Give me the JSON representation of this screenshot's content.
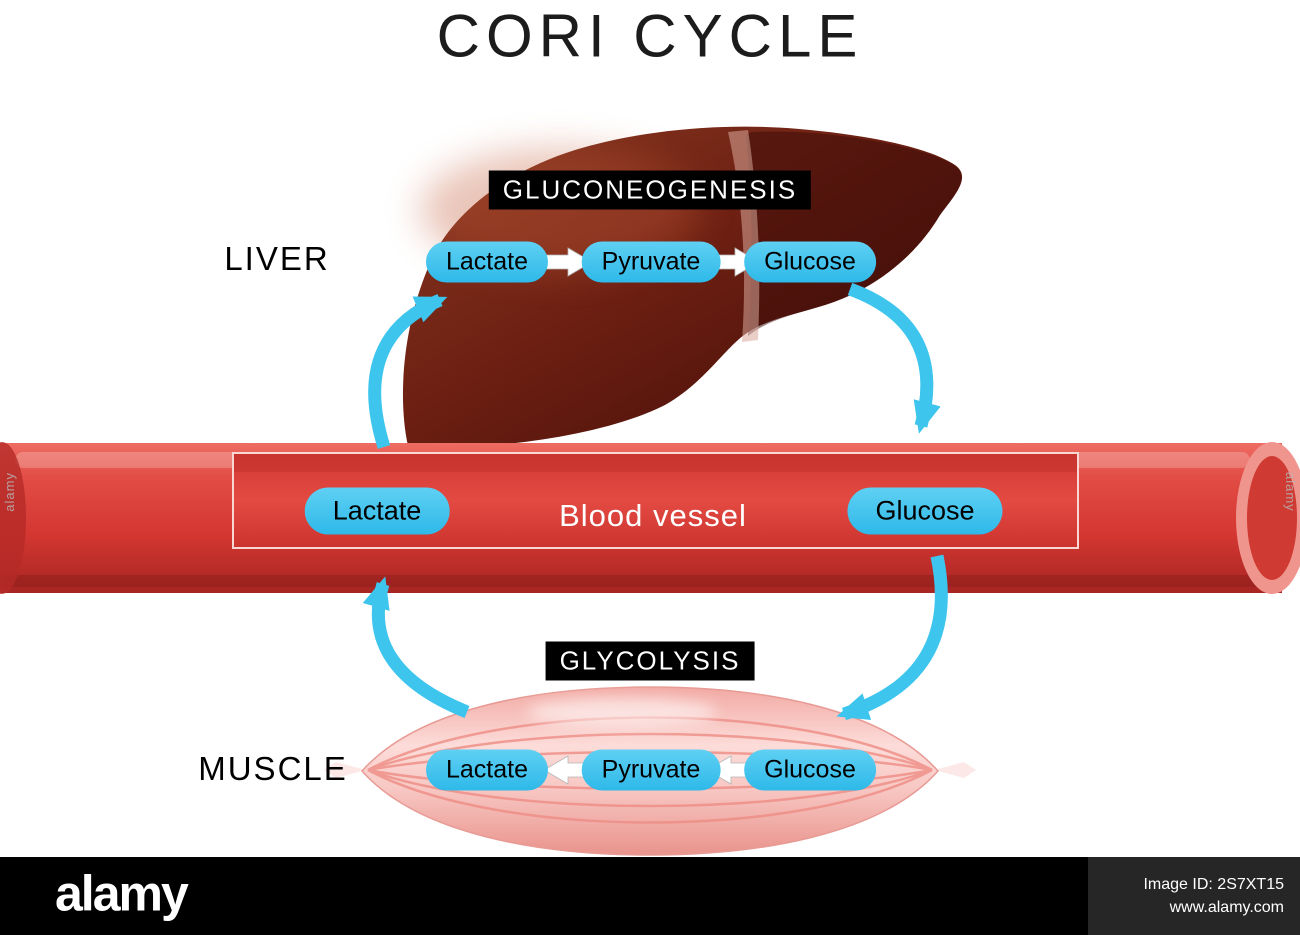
{
  "title": "CORI CYCLE",
  "organs": {
    "liver": "LIVER",
    "muscle": "MUSCLE"
  },
  "processes": {
    "liver": "GLUCONEOGENESIS",
    "muscle": "GLYCOLYSIS"
  },
  "vessel": {
    "label": "Blood vessel",
    "left_molecule": "Lactate",
    "right_molecule": "Glucose"
  },
  "liver_pathway": {
    "steps": [
      "Lactate",
      "Pyruvate",
      "Glucose"
    ],
    "arrow_direction": "right"
  },
  "muscle_pathway": {
    "steps": [
      "Lactate",
      "Pyruvate",
      "Glucose"
    ],
    "arrow_direction": "left"
  },
  "colors": {
    "metabolite_pill": "#3bc6f0",
    "cycle_arrow": "#3dc5ee",
    "vessel_red": "#d53732",
    "liver_brown": "#6d1f12",
    "muscle_pink": "#f8c8c4",
    "process_label_bg": "#000000",
    "process_label_text": "#ffffff"
  },
  "footer": {
    "brand": "alamy",
    "image_id": "Image ID: 2S7XT15",
    "url": "www.alamy.com"
  },
  "watermark": {
    "side": "alamy"
  }
}
